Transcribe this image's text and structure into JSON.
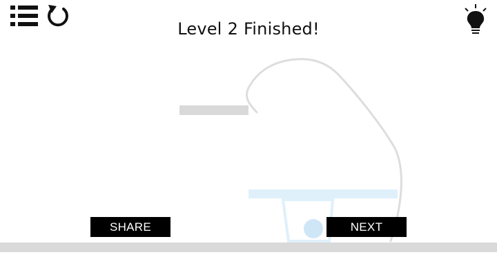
{
  "header": {
    "level_word": "Level",
    "level_number": "2",
    "status": "Finished!",
    "menu_icon": "list-menu-icon",
    "restart_icon": "restart-icon",
    "hint_icon": "lightbulb-icon"
  },
  "buttons": {
    "share_label": "SHARE",
    "next_label": "NEXT"
  },
  "colors": {
    "drawn_line": "#d9d9d9",
    "platform": "#d9d9d9",
    "ground": "#d9d9d9",
    "cup": "#dff0fb",
    "ball": "#cfe6f7",
    "button_bg": "#000000",
    "button_text": "#ffffff"
  }
}
